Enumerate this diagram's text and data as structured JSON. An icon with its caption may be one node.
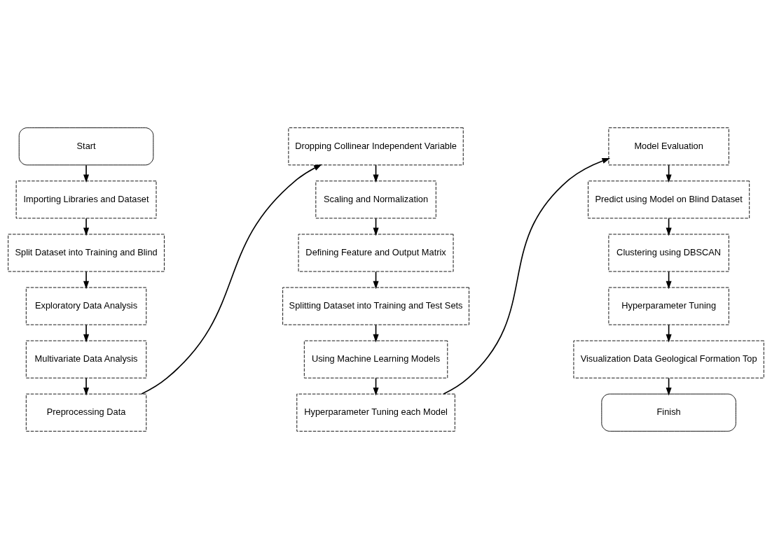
{
  "diagram": {
    "nodes": [
      {
        "text": [
          "Start"
        ]
      },
      {
        "text": [
          "Importing Libraries and Dataset"
        ]
      },
      {
        "text": [
          "Split Dataset into Training and Blind"
        ]
      },
      {
        "text": [
          "Exploratory Data Analysis"
        ]
      },
      {
        "text": [
          "Multivariate Data Analysis"
        ]
      },
      {
        "text": [
          "Preprocessing Data"
        ]
      },
      {
        "text": [
          "Dropping Collinear Independent Variable"
        ]
      },
      {
        "text": [
          "Scaling and Normalization"
        ]
      },
      {
        "text": [
          "Defining Feature and Output Matrix"
        ]
      },
      {
        "text": [
          "Splitting Dataset into Training and Test Sets"
        ]
      },
      {
        "text": [
          "Using Machine Learning Models"
        ]
      },
      {
        "text": [
          "Hyperparameter Tuning each Model"
        ]
      },
      {
        "text": [
          "Model Evaluation"
        ]
      },
      {
        "text": [
          "Predict using Model on Blind Dataset"
        ]
      },
      {
        "text": [
          "Clustering using DBSCAN"
        ]
      },
      {
        "text": [
          "Hyperparameter Tuning"
        ]
      },
      {
        "text": [
          "Visualization Data Geological Formation Top"
        ]
      },
      {
        "text": [
          "Finish"
        ]
      }
    ],
    "edges": [
      {
        "from": 0,
        "to": 1,
        "arrow": "to"
      },
      {
        "from": 1,
        "to": 2,
        "arrow": "to"
      },
      {
        "from": 2,
        "to": 3,
        "arrow": "to"
      },
      {
        "from": 3,
        "to": 4,
        "arrow": "to"
      },
      {
        "from": 4,
        "to": 5,
        "arrow": "to"
      },
      {
        "from": 5,
        "to": 6,
        "arrow": "to"
      },
      {
        "from": 6,
        "to": 7,
        "arrow": "to"
      },
      {
        "from": 7,
        "to": 8,
        "arrow": "to"
      },
      {
        "from": 8,
        "to": 9,
        "arrow": "to"
      },
      {
        "from": 9,
        "to": 10,
        "arrow": "to"
      },
      {
        "from": 10,
        "to": 11,
        "arrow": "to"
      },
      {
        "from": 11,
        "to": 12,
        "arrow": "to"
      },
      {
        "from": 12,
        "to": 13,
        "arrow": "to"
      },
      {
        "from": 13,
        "to": 14,
        "arrow": "to"
      },
      {
        "from": 14,
        "to": 15,
        "arrow": "to"
      },
      {
        "from": 15,
        "to": 16,
        "arrow": "to"
      },
      {
        "from": 16,
        "to": 17,
        "arrow": "to"
      }
    ]
  }
}
